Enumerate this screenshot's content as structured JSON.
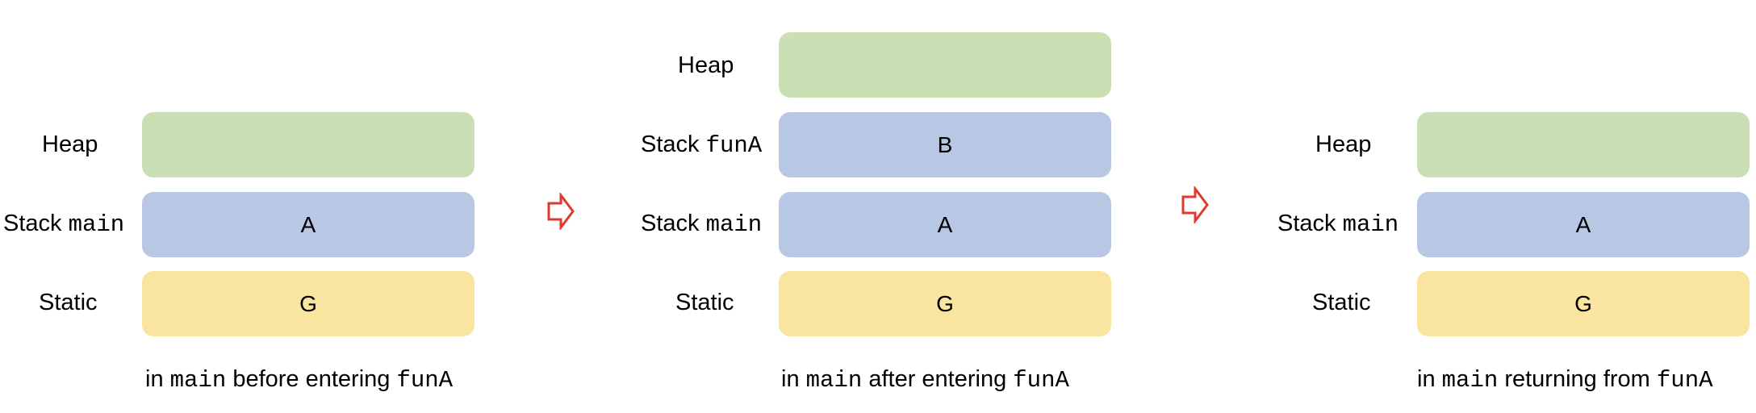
{
  "panels": [
    {
      "rows": [
        {
          "label_prefix": "Heap",
          "label_mono": "",
          "content": ""
        },
        {
          "label_prefix": "Stack ",
          "label_mono": "main",
          "content": "A"
        },
        {
          "label_prefix": "Static",
          "label_mono": "",
          "content": "G"
        }
      ],
      "caption": {
        "t1": "in ",
        "m1": "main",
        "t2": " before entering ",
        "m2": "funA"
      }
    },
    {
      "rows": [
        {
          "label_prefix": "Heap",
          "label_mono": "",
          "content": ""
        },
        {
          "label_prefix": "Stack ",
          "label_mono": "funA",
          "content": "B"
        },
        {
          "label_prefix": "Stack ",
          "label_mono": "main",
          "content": "A"
        },
        {
          "label_prefix": "Static",
          "label_mono": "",
          "content": "G"
        }
      ],
      "caption": {
        "t1": "in ",
        "m1": "main",
        "t2": " after entering ",
        "m2": "funA"
      }
    },
    {
      "rows": [
        {
          "label_prefix": "Heap",
          "label_mono": "",
          "content": ""
        },
        {
          "label_prefix": "Stack ",
          "label_mono": "main",
          "content": "A"
        },
        {
          "label_prefix": "Static",
          "label_mono": "",
          "content": "G"
        }
      ],
      "caption": {
        "t1": "in ",
        "m1": "main",
        "t2": " returning from ",
        "m2": "funA"
      }
    }
  ],
  "colors": {
    "heap": "#cbdfb5",
    "stack": "#b8c7e4",
    "static": "#f9e4a0",
    "arrow": "#e03a2f"
  },
  "icons": {
    "transition": "hollow-right-arrow-icon"
  }
}
